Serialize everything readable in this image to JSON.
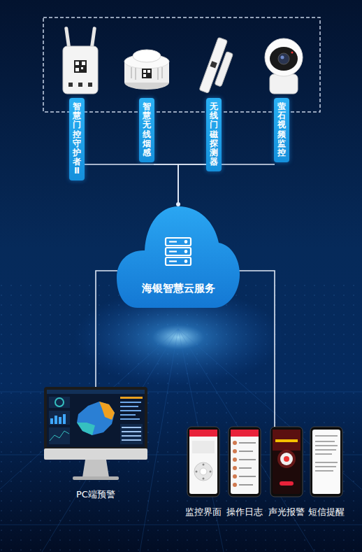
{
  "diagram": {
    "nodes": [
      {
        "text": [
          "智慧门控守护者Ⅱ"
        ]
      },
      {
        "text": [
          "智慧无线烟感"
        ]
      },
      {
        "text": [
          "无线门磁探测器"
        ]
      },
      {
        "text": [
          "萤石视频监控"
        ]
      },
      {
        "text": [
          "海银智慧云服务"
        ]
      },
      {
        "text": [
          "PC端预警"
        ]
      },
      {
        "text": [
          "监控界面"
        ]
      },
      {
        "text": [
          "操作日志"
        ]
      },
      {
        "text": [
          "声光报警"
        ]
      },
      {
        "text": [
          "短信提醒"
        ]
      }
    ],
    "edges": [
      {
        "from": 0,
        "to": 4,
        "arrow": "none"
      },
      {
        "from": 1,
        "to": 4,
        "arrow": "none"
      },
      {
        "from": 2,
        "to": 4,
        "arrow": "none"
      },
      {
        "from": 3,
        "to": 4,
        "arrow": "none"
      },
      {
        "from": 4,
        "to": 5,
        "arrow": "none"
      },
      {
        "from": 4,
        "to": 8,
        "arrow": "none"
      }
    ]
  }
}
